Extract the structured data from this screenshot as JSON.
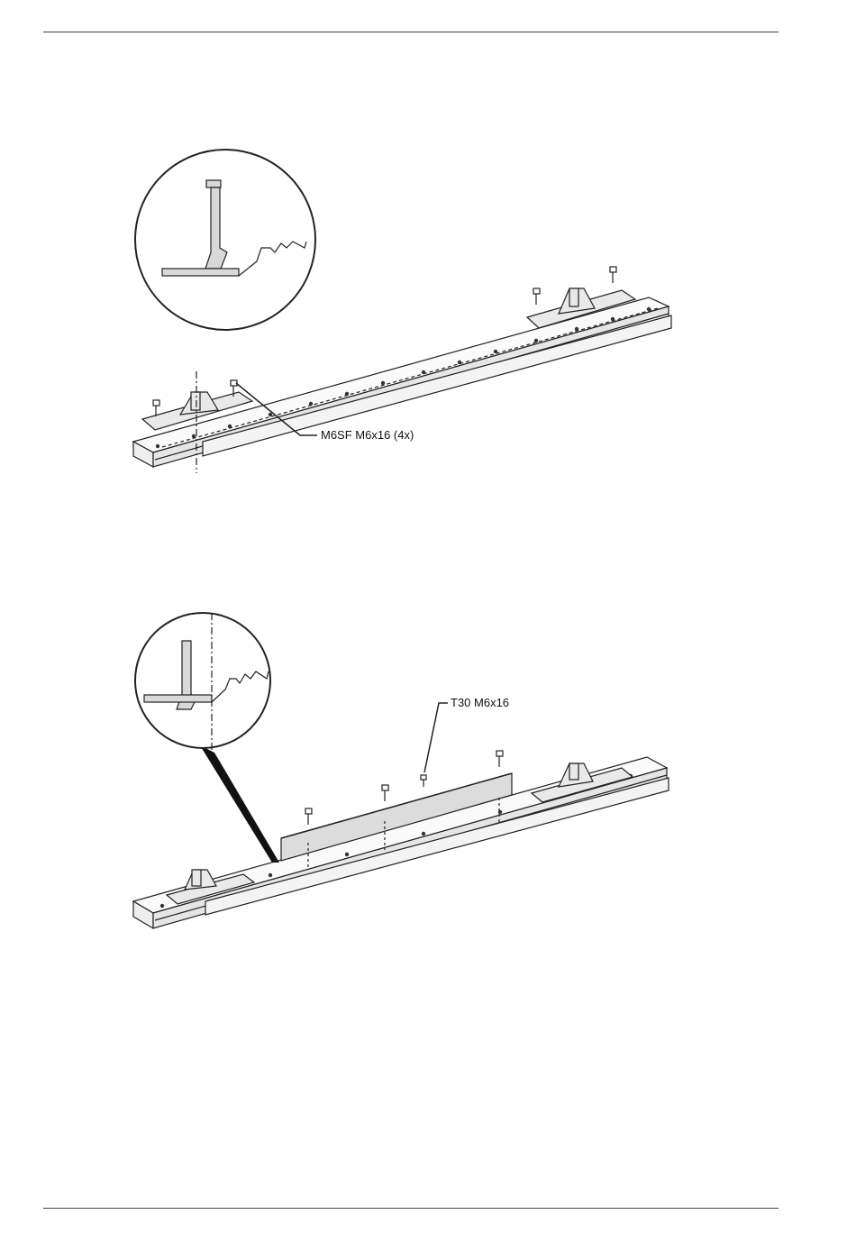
{
  "figures": [
    {
      "id": "bracket-mounting",
      "callout": "M6SF M6x16 (4x)"
    },
    {
      "id": "plate-mounting",
      "callout": "T30 M6x16"
    }
  ]
}
